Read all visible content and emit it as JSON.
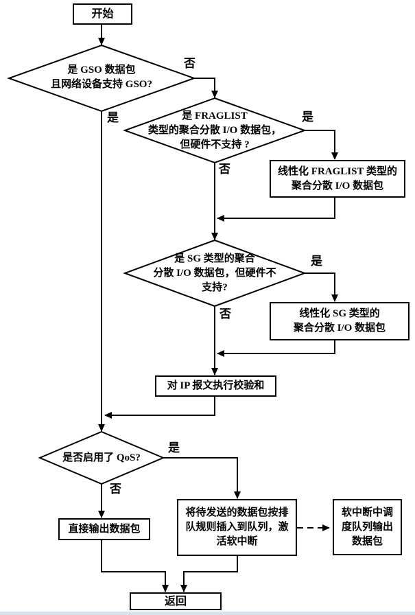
{
  "flowchart": {
    "nodes": {
      "start": "开始",
      "decision_gso": "是 GSO 数据包\n且网络设备支持 GSO?",
      "decision_fraglist": "是 FRAGLIST\n类型的聚合分散 I/O 数据包，\n但硬件不支持 ?",
      "process_linearize_fraglist": "线性化 FRAGLIST 类型的\n聚合分散 I/O 数据包",
      "decision_sg": "是 SG 类型的聚合\n分散 I/O 数据包，但硬件不\n支持?",
      "process_linearize_sg": "线性化 SG 类型的\n聚合分散 I/O 数据包",
      "process_checksum": "对 IP 报文执行校验和",
      "decision_qos": "是否启用了 QoS?",
      "process_direct_output": "直接输出数据包",
      "process_enqueue": "将待发送的数据包按排\n队规则插入到队列，激\n活软中断",
      "process_softirq": "软中断中调\n度队列输出\n数据包",
      "end": "返回"
    },
    "edge_labels": {
      "gso_no": "否",
      "gso_yes": "是",
      "fraglist_yes": "是",
      "fraglist_no": "否",
      "sg_yes": "是",
      "sg_no": "否",
      "qos_yes": "是",
      "qos_no": "否"
    },
    "edges": [
      {
        "from": "start",
        "to": "decision_gso"
      },
      {
        "from": "decision_gso",
        "to": "decision_fraglist",
        "label": "否"
      },
      {
        "from": "decision_gso",
        "to": "decision_qos",
        "label": "是"
      },
      {
        "from": "decision_fraglist",
        "to": "process_linearize_fraglist",
        "label": "是"
      },
      {
        "from": "decision_fraglist",
        "to": "decision_sg",
        "label": "否"
      },
      {
        "from": "process_linearize_fraglist",
        "to": "decision_sg"
      },
      {
        "from": "decision_sg",
        "to": "process_linearize_sg",
        "label": "是"
      },
      {
        "from": "decision_sg",
        "to": "process_checksum",
        "label": "否"
      },
      {
        "from": "process_linearize_sg",
        "to": "process_checksum"
      },
      {
        "from": "process_checksum",
        "to": "decision_qos"
      },
      {
        "from": "decision_qos",
        "to": "process_enqueue",
        "label": "是"
      },
      {
        "from": "decision_qos",
        "to": "process_direct_output",
        "label": "否"
      },
      {
        "from": "process_direct_output",
        "to": "end"
      },
      {
        "from": "process_enqueue",
        "to": "end"
      },
      {
        "from": "process_enqueue",
        "to": "process_softirq",
        "style": "dashed"
      }
    ],
    "colors": {
      "line": "#000000",
      "background": "#ffffff",
      "bottom_bar": "#d9e0e7"
    }
  }
}
